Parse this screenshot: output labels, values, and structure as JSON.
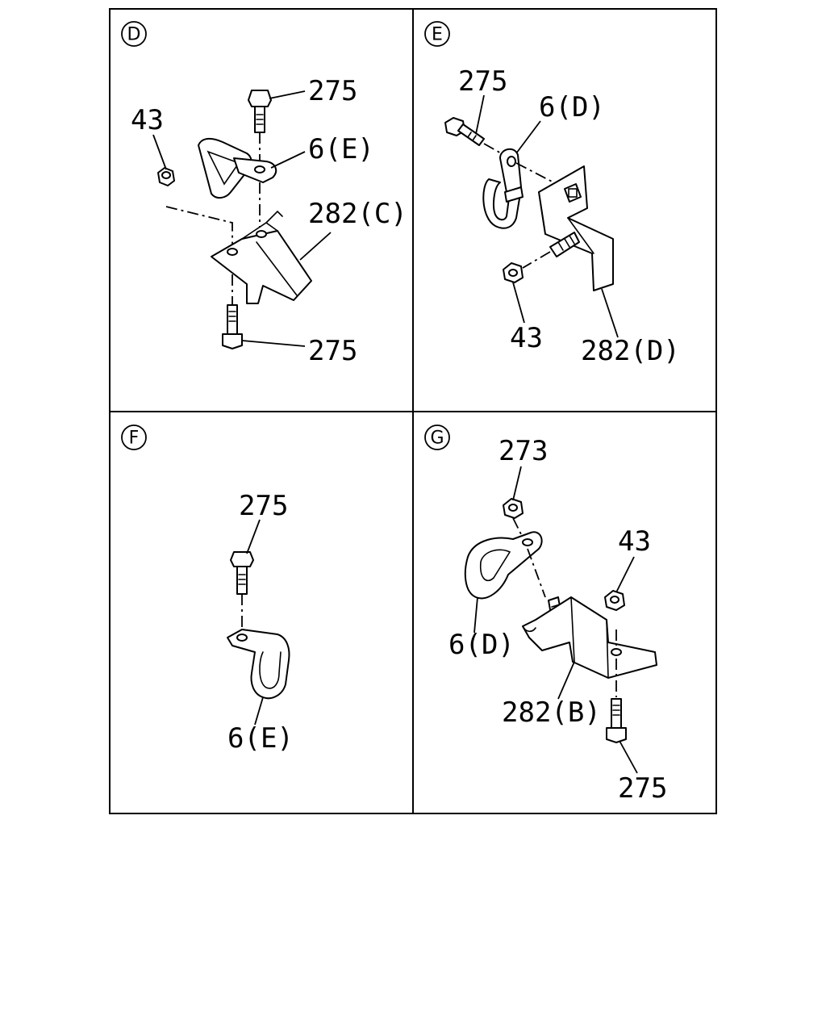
{
  "panels": {
    "d": {
      "view": "D",
      "labels": {
        "bolt_top": "275",
        "nut": "43",
        "clip": "6(E)",
        "bracket": "282(C)",
        "bolt_bottom": "275"
      }
    },
    "e": {
      "view": "E",
      "labels": {
        "bolt": "275",
        "clip": "6(D)",
        "nut": "43",
        "bracket": "282(D)"
      }
    },
    "f": {
      "view": "F",
      "labels": {
        "bolt": "275",
        "clip": "6(E)"
      }
    },
    "g": {
      "view": "G",
      "labels": {
        "nut_top": "273",
        "nut_right": "43",
        "clip": "6(D)",
        "bracket": "282(B)",
        "bolt": "275"
      }
    }
  }
}
